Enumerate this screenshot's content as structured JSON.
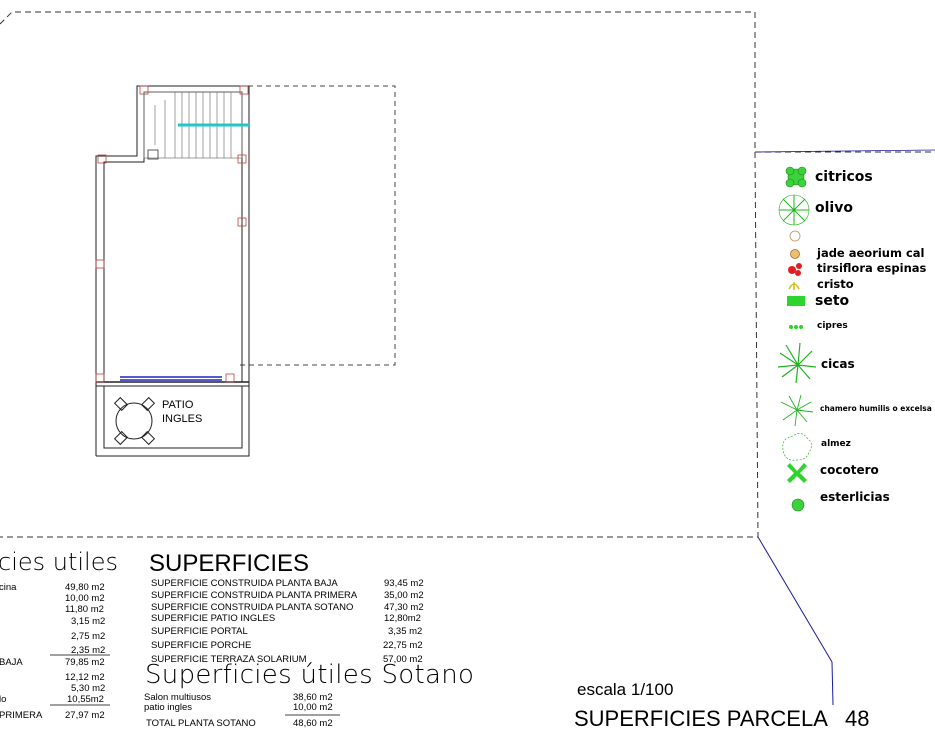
{
  "room_label": [
    "PATIO",
    "INGLES"
  ],
  "legend": [
    {
      "label": "citricos",
      "icon": "citricos-icon"
    },
    {
      "label": "olivo",
      "icon": "olivo-icon"
    },
    {
      "label": "jade aeorium cal",
      "icon": "jade-icon"
    },
    {
      "label": "tirsiflora espinas",
      "icon": "tirsiflora-icon"
    },
    {
      "label": "cristo",
      "icon": "cristo-icon"
    },
    {
      "label": "seto",
      "icon": "seto-icon"
    },
    {
      "label": "cipres",
      "icon": "cipres-icon"
    },
    {
      "label": "cicas",
      "icon": "cicas-icon"
    },
    {
      "label": "chamero humilis o excelsa",
      "icon": "chamero-icon"
    },
    {
      "label": "almez",
      "icon": "almez-icon"
    },
    {
      "label": "cocotero",
      "icon": "cocotero-icon"
    },
    {
      "label": "esterlicias",
      "icon": "esterlicias-icon"
    }
  ],
  "left_table": {
    "title": "cies utiles",
    "rows": [
      {
        "label": "cina",
        "value": "49,80 m2"
      },
      {
        "label": "",
        "value": "10,00 m2"
      },
      {
        "label": "",
        "value": "11,80 m2"
      },
      {
        "label": "",
        "value": "3,15 m2"
      },
      {
        "label": "",
        "value": "2,75 m2"
      },
      {
        "label": "",
        "value": "2,35 m2"
      },
      {
        "label": "BAJA",
        "value": "79,85 m2"
      },
      {
        "label": "",
        "value": "12,12 m2"
      },
      {
        "label": "",
        "value": "5,30 m2"
      },
      {
        "label": "lo",
        "value": "10,55m2"
      },
      {
        "label": "PRIMERA",
        "value": "27,97 m2"
      }
    ]
  },
  "superficies": {
    "title": "SUPERFICIES",
    "rows": [
      {
        "label": "SUPERFICIE CONSTRUIDA PLANTA BAJA",
        "value": "93,45 m2"
      },
      {
        "label": "SUPERFICIE CONSTRUIDA PLANTA PRIMERA",
        "value": "35,00 m2"
      },
      {
        "label": "SUPERFICIE CONSTRUIDA PLANTA SOTANO",
        "value": "47,30 m2"
      },
      {
        "label": "SUPERFICIE PATIO INGLES",
        "value": "12,80m2"
      },
      {
        "label": "SUPERFICIE PORTAL",
        "value": "3,35 m2"
      },
      {
        "label": "SUPERFICIE PORCHE",
        "value": "22,75 m2"
      },
      {
        "label": "SUPERFICIE TERRAZA SOLARIUM",
        "value": "57,00 m2"
      }
    ]
  },
  "sotano": {
    "title": "Superficies útiles  Sotano",
    "rows": [
      {
        "label": "Salon multiusos",
        "value": "38,60 m2"
      },
      {
        "label": "patio ingles",
        "value": "10,00 m2"
      },
      {
        "label": "TOTAL PLANTA SOTANO",
        "value": "48,60 m2"
      }
    ]
  },
  "scale": "escala 1/100",
  "parcela": "SUPERFICIES PARCELA   48"
}
